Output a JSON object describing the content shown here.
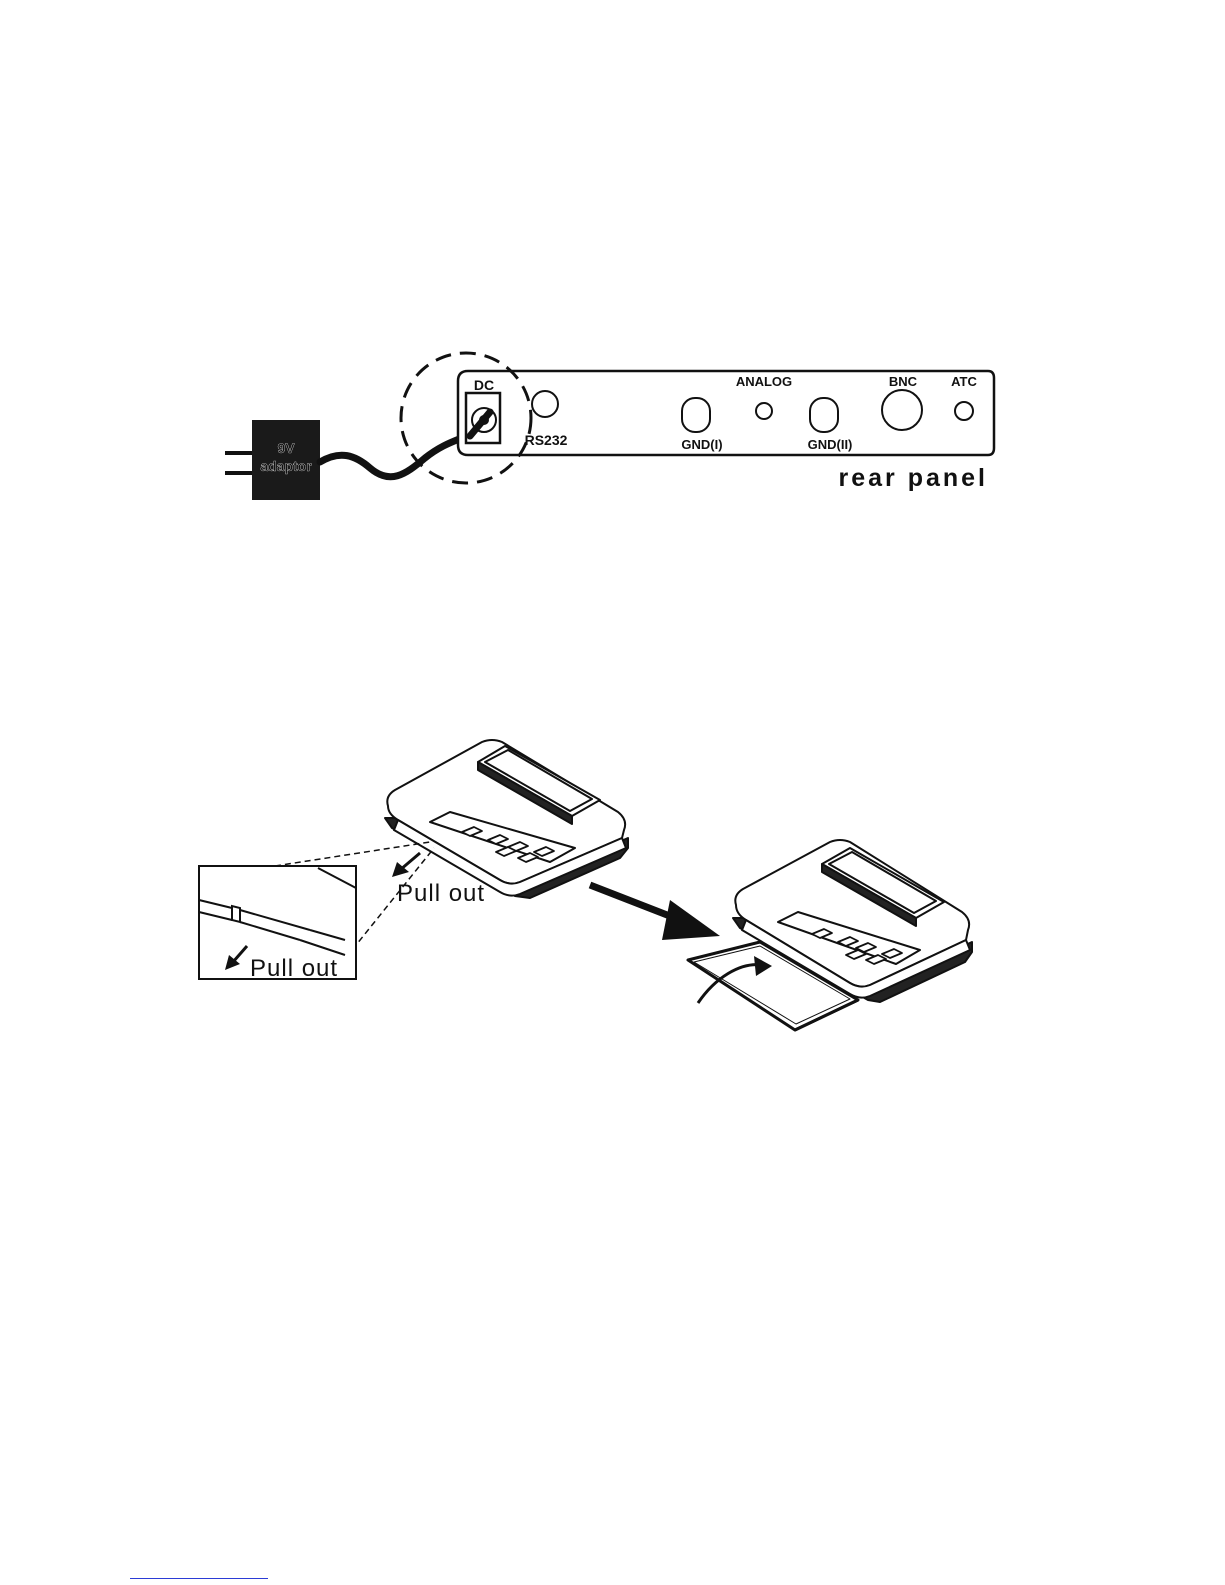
{
  "rear_panel_diagram": {
    "caption": "rear panel",
    "adaptor_label_line1": "9V",
    "adaptor_label_line2": "adaptor",
    "ports": {
      "dc": "DC",
      "rs232": "RS232",
      "analog": "ANALOG",
      "gnd1": "GND(I)",
      "gnd2": "GND(II)",
      "bnc": "BNC",
      "atc": "ATC"
    }
  },
  "battery_diagram": {
    "pull_out_main": "Pull out",
    "pull_out_inset": "Pull out"
  },
  "colors": {
    "ink": "#111111",
    "footer_rule": "#2b3bd6"
  }
}
